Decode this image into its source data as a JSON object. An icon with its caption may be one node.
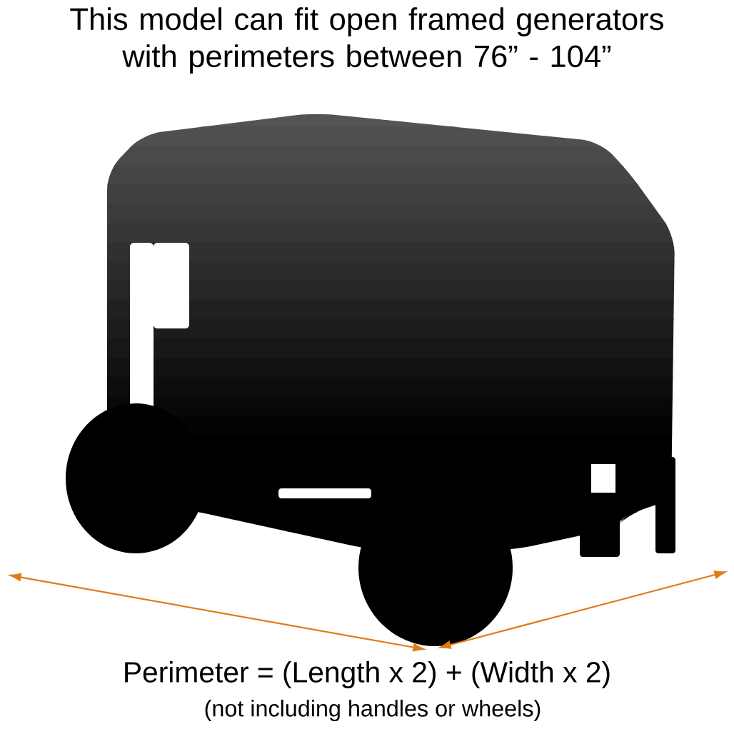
{
  "diagram": {
    "title": "This model can fit open framed generators with perimeters between 76” - 104”",
    "labels": [
      "Perimeter = (Length x 2) + (Width x 2)",
      "(not including handles or wheels)"
    ]
  }
}
